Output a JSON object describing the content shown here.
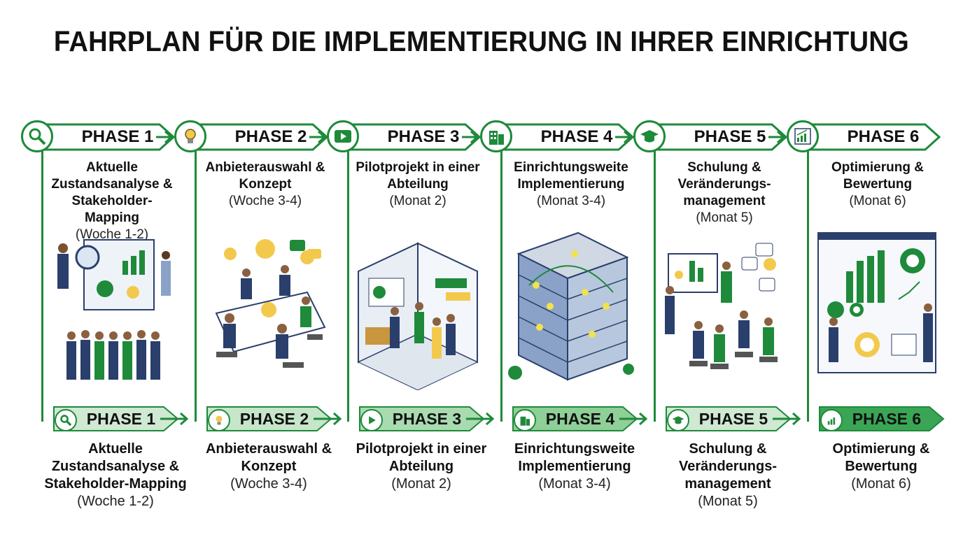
{
  "title": "FAHRPLAN FÜR DIE IMPLEMENTIERUNG IN IHRER EINRICHTUNG",
  "colors": {
    "green": "#1e8a3a",
    "light_green": "#cfe9d2",
    "mid_green": "#8fcf98",
    "dark_green": "#1e8a3a",
    "navy": "#2a3f6b"
  },
  "phases": [
    {
      "label": "PHASE 1",
      "icon": "magnifier-icon",
      "desc1": "Aktuelle Zustandsanalyse & Stakeholder-Mapping",
      "desc2": "(Woche 1-2)"
    },
    {
      "label": "PHASE 2",
      "icon": "lightbulb-icon",
      "desc1": "Anbieterauswahl & Konzept",
      "desc2": "(Woche 3-4)"
    },
    {
      "label": "PHASE 3",
      "icon": "play-icon",
      "desc1": "Pilotprojekt in einer Abteilung",
      "desc2": "(Monat 2)"
    },
    {
      "label": "PHASE 4",
      "icon": "building-icon",
      "desc1": "Einrichtungsweite Implementierung",
      "desc2": "(Monat 3-4)"
    },
    {
      "label": "PHASE 5",
      "icon": "graduation-cap-icon",
      "desc1": "Schulung & Veränderungs-management",
      "desc2": "(Monat 5)"
    },
    {
      "label": "PHASE 6",
      "icon": "bar-chart-icon",
      "desc1": "Optimierung & Bewertung",
      "desc2": "(Monat 6)"
    }
  ]
}
